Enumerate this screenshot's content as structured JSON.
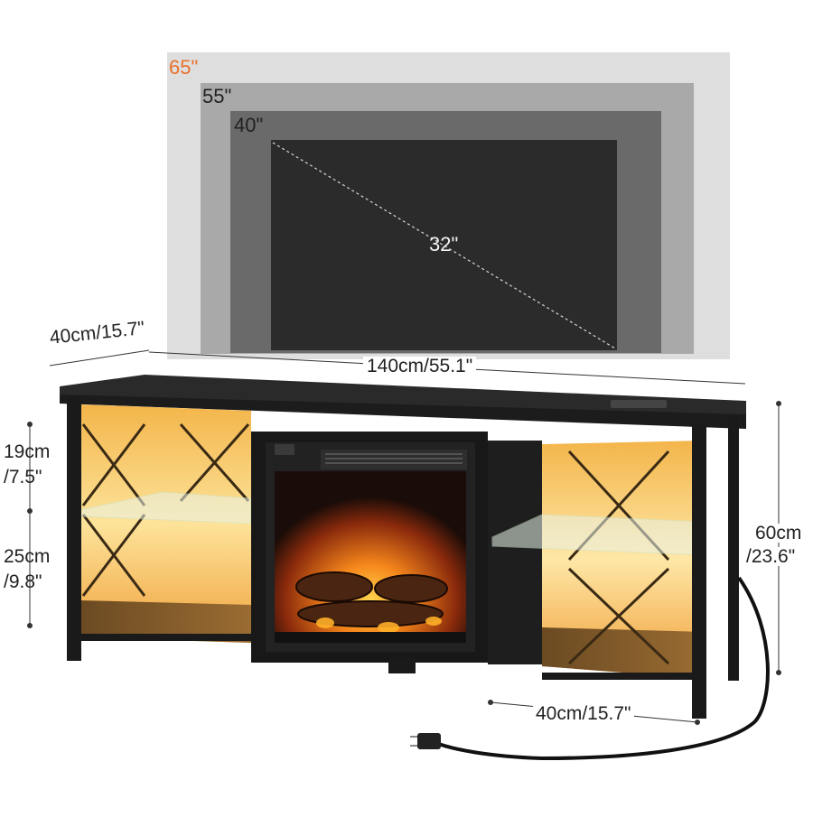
{
  "image": {
    "tv_sizes": [
      {
        "label": "65\"",
        "color": "#e8712c"
      },
      {
        "label": "55\"",
        "color": "#2a2a2a"
      },
      {
        "label": "40\"",
        "color": "#2a2a2a"
      },
      {
        "label": "32\"",
        "color": "#ffffff"
      }
    ],
    "dimensions": {
      "depth_top": "40cm/15.7\"",
      "width": "140cm/55.1\"",
      "shelf_upper_cm": "19cm",
      "shelf_upper_in": "/7.5\"",
      "shelf_lower_cm": "25cm",
      "shelf_lower_in": "/9.8\"",
      "height_cm": "60cm",
      "height_in": "/23.6\"",
      "depth_bottom": "40cm/15.7\""
    },
    "colors": {
      "cabinet": "#1e1e1e",
      "led_glow": "#f7c85a",
      "fire": "#f07a1a"
    }
  }
}
